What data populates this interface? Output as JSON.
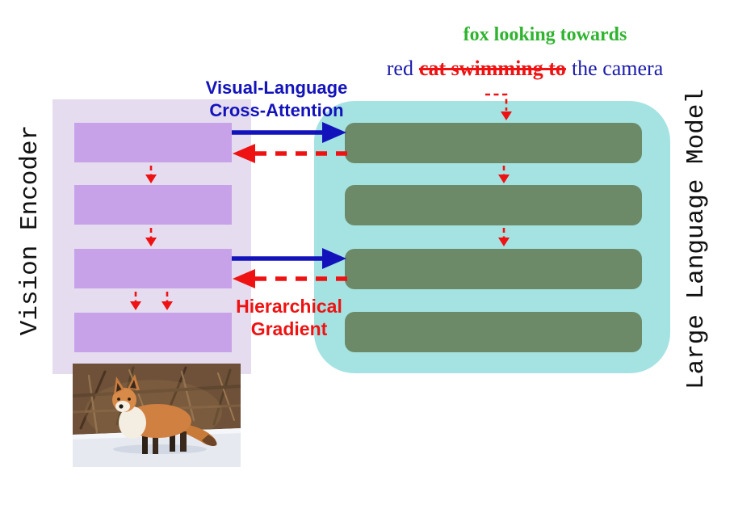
{
  "caption": {
    "correct_phrase": "fox looking towards",
    "prefix": "red",
    "struck_phrase": "cat swimming to",
    "suffix": "the camera"
  },
  "labels": {
    "vision_encoder": "Vision Encoder",
    "large_language_model": "Large Language Model",
    "cross_attention_line1": "Visual-Language",
    "cross_attention_line2": "Cross-Attention",
    "gradient_line1": "Hierarchical",
    "gradient_line2": "Gradient"
  },
  "diagram": {
    "vision_layer_count": 4,
    "llm_layer_count": 4,
    "image_content": "red fox standing in snow looking towards the camera"
  },
  "colors": {
    "caption_green": "#2eb42e",
    "caption_navy": "#1b1bac",
    "accent_red": "#ee1212",
    "accent_blue": "#1313bc",
    "vision_container": "#e5dcef",
    "vision_block": "#c7a2e8",
    "llm_container": "#a5e3e2",
    "llm_block": "#6c8a68"
  }
}
